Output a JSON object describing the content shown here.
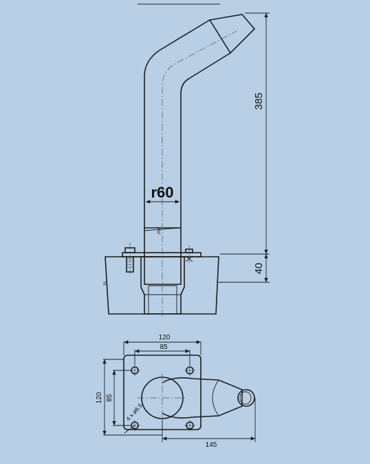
{
  "side_view": {
    "height_label": "385",
    "base_label": "40",
    "radius_label": "r60"
  },
  "plan_view": {
    "width_label": "120",
    "hole_spacing_label": "85",
    "height_label": "120",
    "vertical_spacing_label": "85",
    "hole_note": "4 x ø6.5",
    "length_label": "145"
  },
  "colors": {
    "background": "#b8cfe6",
    "line": "#1d1d1d",
    "hatch": "#4a4a4a",
    "block": "#c4c4c4"
  }
}
